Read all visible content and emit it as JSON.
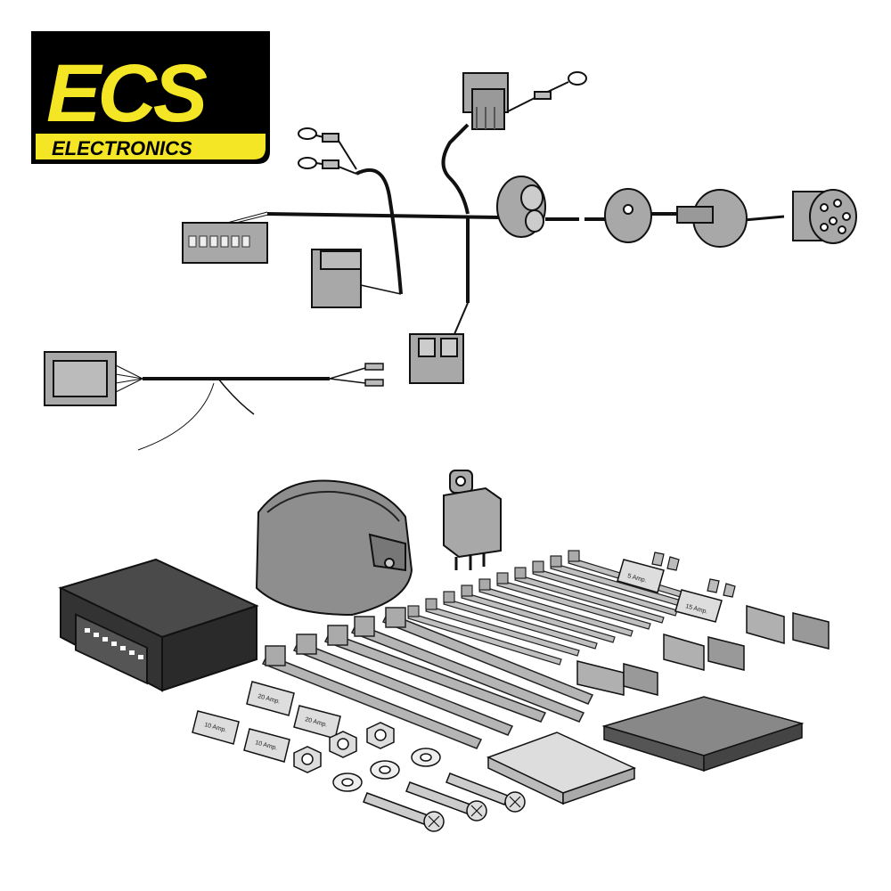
{
  "brand": {
    "name": "ECS",
    "subtitle": "ELECTRONICS",
    "bg_color": "#000000",
    "accent_color": "#F5E625"
  },
  "fuse_labels": {
    "five": "5 Amp.",
    "fifteen": "15 Amp.",
    "ten_a": "10 Amp.",
    "ten_b": "10 Amp.",
    "twenty_a": "20 Amp.",
    "twenty_b": "20 Amp."
  },
  "colors": {
    "part_gray": "#a8a8a8",
    "part_dark": "#3a3a3a",
    "wire": "#111111"
  }
}
